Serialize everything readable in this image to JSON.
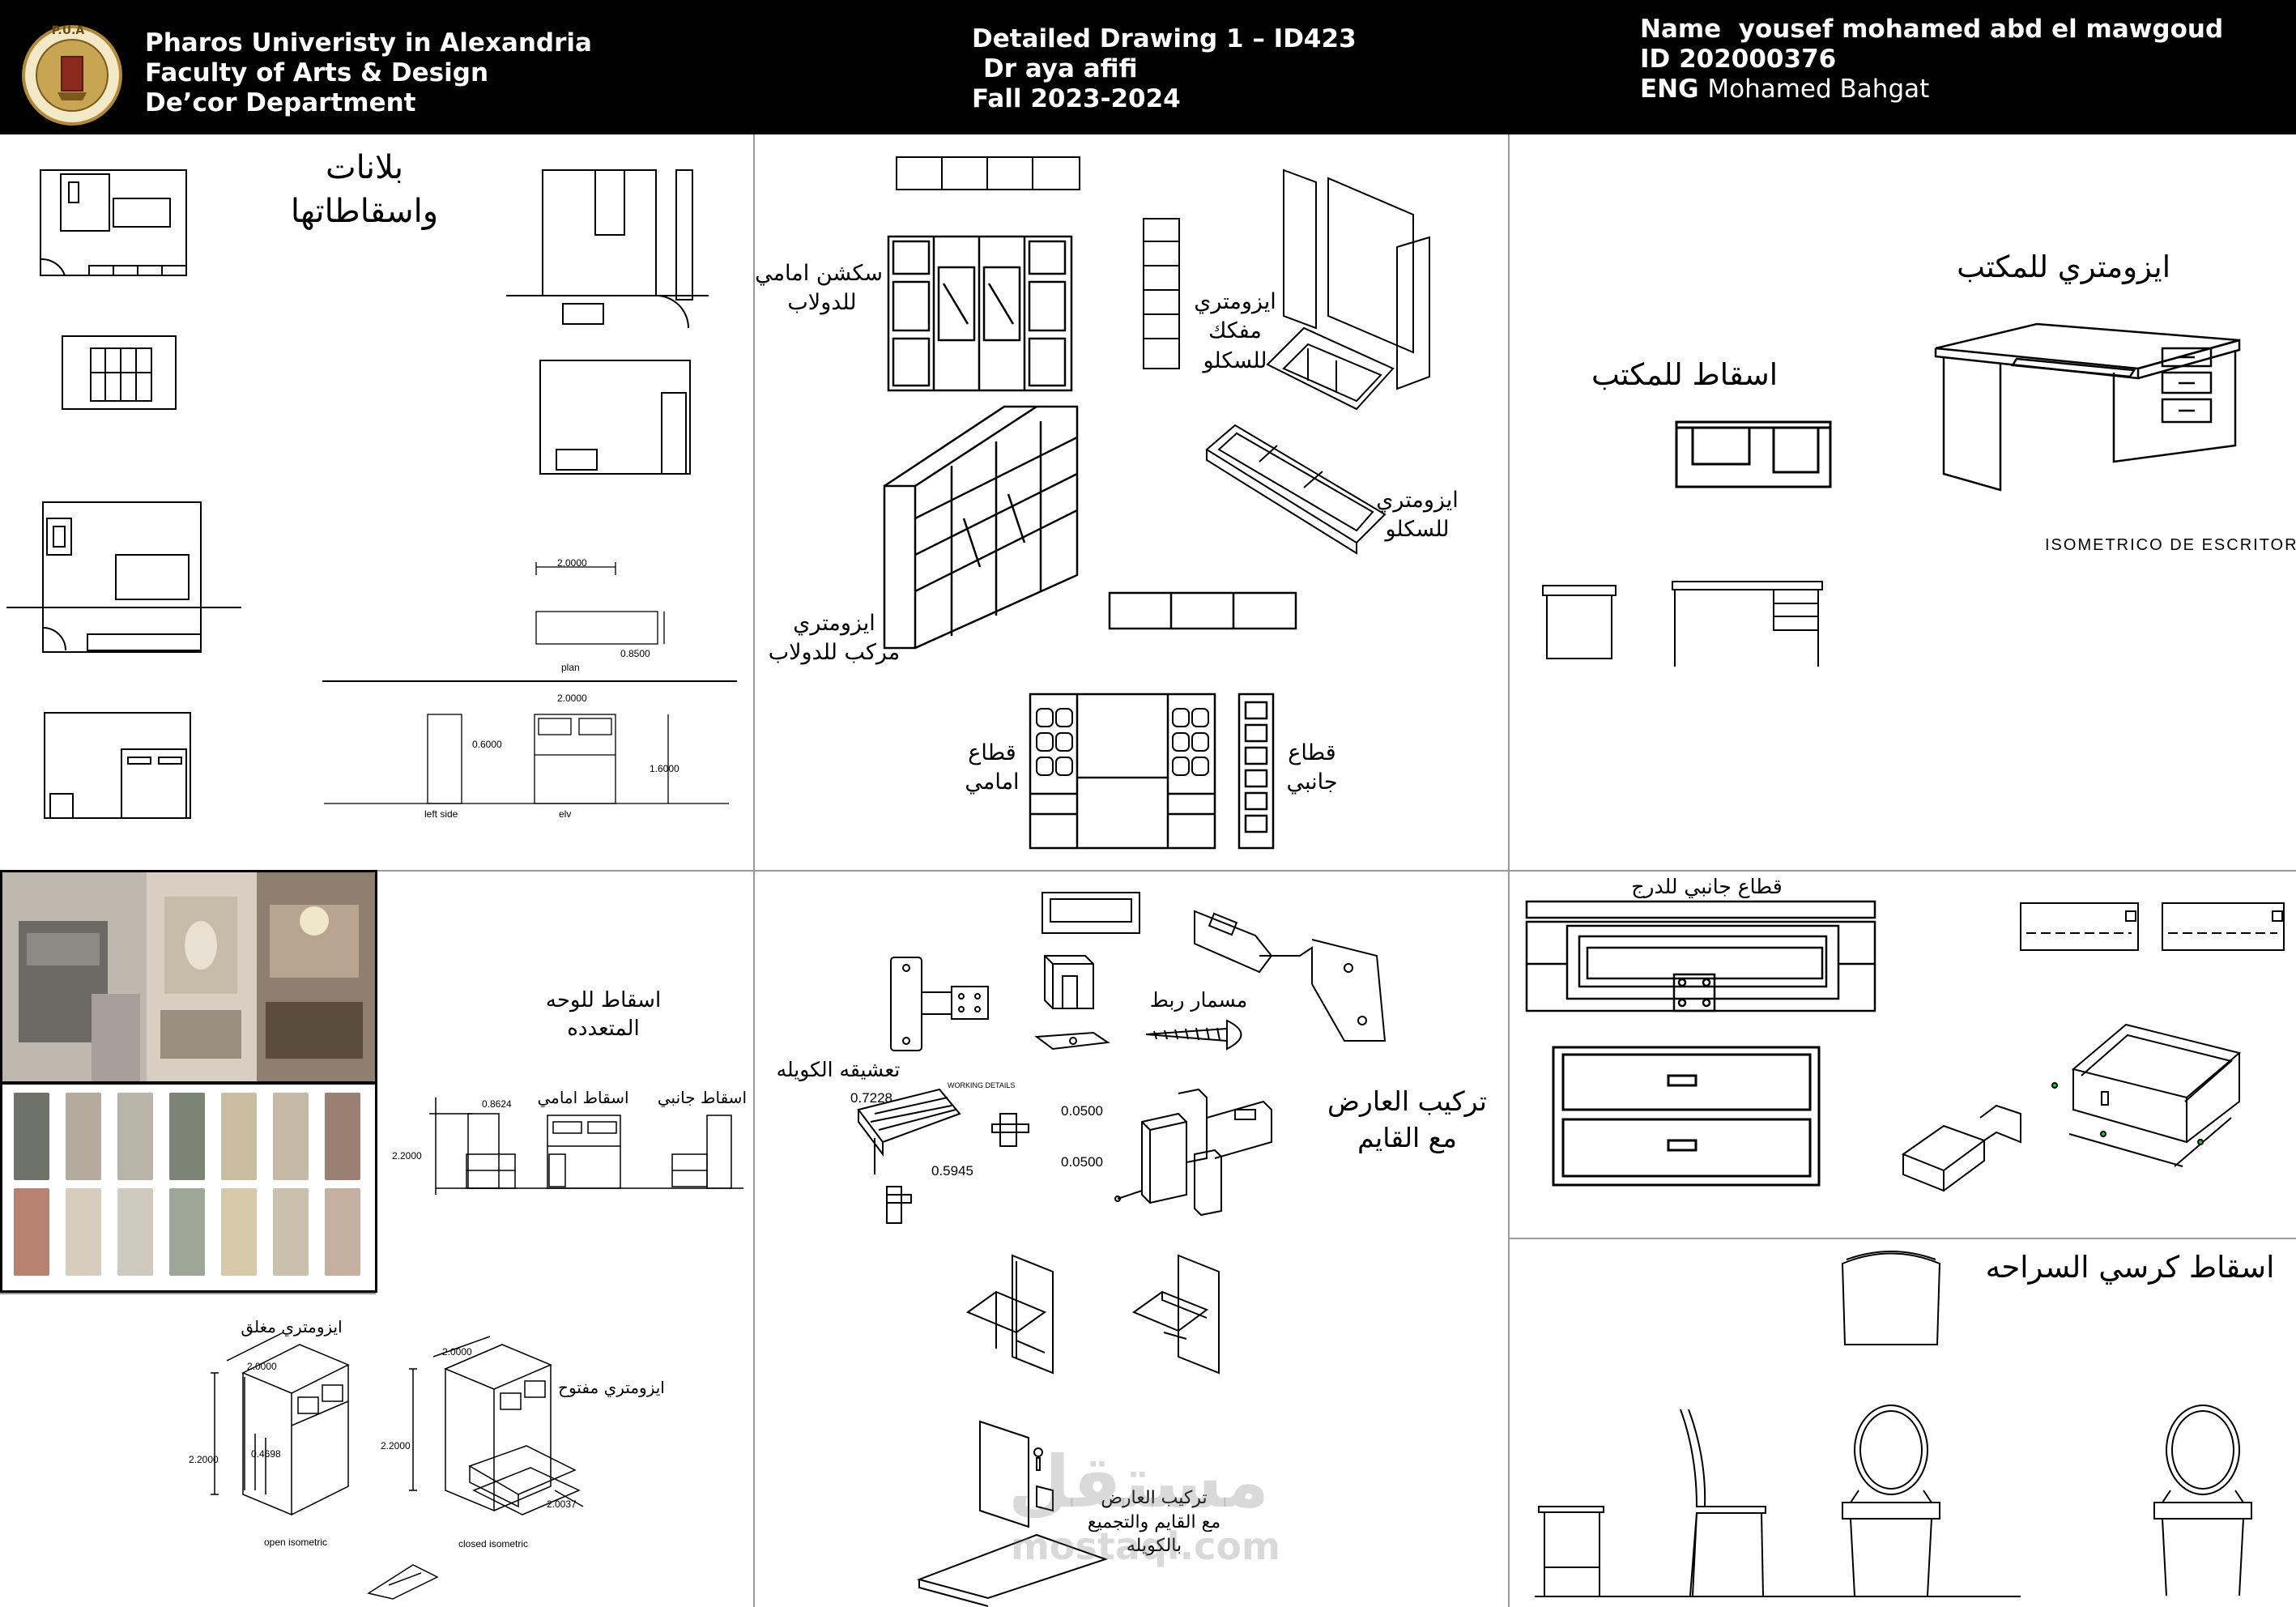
{
  "header": {
    "university": "Pharos Univeristy in Alexandria",
    "faculty": "Faculty of Arts & Design",
    "department": "De’cor Department",
    "logo_text": "P.U.A",
    "drawing_title": "Detailed Drawing 1 – ID423",
    "doctor": "Dr  aya afifi",
    "term": "Fall  2023-2024",
    "name_label": "Name",
    "name_value": "yousef  mohamed abd el mawgoud",
    "id_label": "ID",
    "id_value": "202000376",
    "eng_label": "ENG",
    "eng_value": "Mohamed Bahgat"
  },
  "panel1": {
    "title_line1": "بلانات",
    "title_line2": "واسقاطاتها",
    "dim_plan_w": "2.0000",
    "dim_plan_d": "0.8500",
    "plan_label": "plan",
    "dim_elv_w": "2.0000",
    "dim_side_h": "0.6000",
    "dim_elv_h": "1.6000",
    "left_side_label": "left side",
    "elv_label": "elv"
  },
  "panel2": {
    "front_section_l1": "سكشن امامي",
    "front_section_l2": "للدولاب",
    "iso_exploded_l1": "ايزومتري",
    "iso_exploded_l2": "مفكك",
    "iso_exploded_l3": "للسكلو",
    "iso_base_l1": "ايزومتري",
    "iso_base_l2": "للسكلو",
    "iso_assembled_l1": "ايزومتري",
    "iso_assembled_l2": "مركب للدولاب",
    "front_cut_l1": "قطاع",
    "front_cut_l2": "امامي",
    "side_cut_l1": "قطاع",
    "side_cut_l2": "جانبي"
  },
  "panel3": {
    "iso_desk": "ايزومتري للمكتب",
    "desk_projection": "اسقاط للمكتب",
    "desk_caption": "ISOMETRICO DE ESCRITORIO"
  },
  "panel4": {
    "unit_proj_l1": "اسقاط للوحه",
    "unit_proj_l2": "المتعدده",
    "front_proj": "اسقاط امامي",
    "side_proj": "اسقاط جانبي",
    "dim_width": "0.8624",
    "dim_height": "2.2000",
    "iso_closed": "ايزومتري مغلق",
    "iso_open": "ايزومتري مفتوح",
    "closed_w": "2.0000",
    "closed_h": "2.2000",
    "closed_d": "0.4698",
    "open_w": "2.0000",
    "open_h": "2.2000",
    "open_d": "2.0037",
    "open_iso_caption": "open isometric",
    "closed_iso_caption": "closed isometric",
    "swatch_colors": [
      "#6e7268",
      "#b4ab9c",
      "#b9b4a8",
      "#7c8476",
      "#c9bca0",
      "#c5b8a4",
      "#9a7f73",
      "#b7826f",
      "#d8cdbd",
      "#cfcac0",
      "#9ea797",
      "#d6c8a8",
      "#cbbfad",
      "#c6b0a2"
    ]
  },
  "panel5": {
    "connector_screw": "مسمار ربط",
    "cam_lock": "تعشيقه الكويله",
    "working_details": "WORKING DETAILS",
    "dim_a": "0.7228",
    "dim_b": "0.5945",
    "dim_c": "0.0500",
    "dim_d": "0.0500",
    "rail_post_l1": "تركيب العارض",
    "rail_post_l2": "مع القايم",
    "assembly_l1": "تركيب العارض",
    "assembly_l2": "مع القايم والتجميع",
    "assembly_l3": "بالكويله"
  },
  "panel6": {
    "drawer_side_section": "قطاع جانبي للدرج",
    "chair_projection": "اسقاط كرسي السراحه"
  },
  "watermark": {
    "arabic": "مستقل",
    "latin": "mostaql.com"
  }
}
